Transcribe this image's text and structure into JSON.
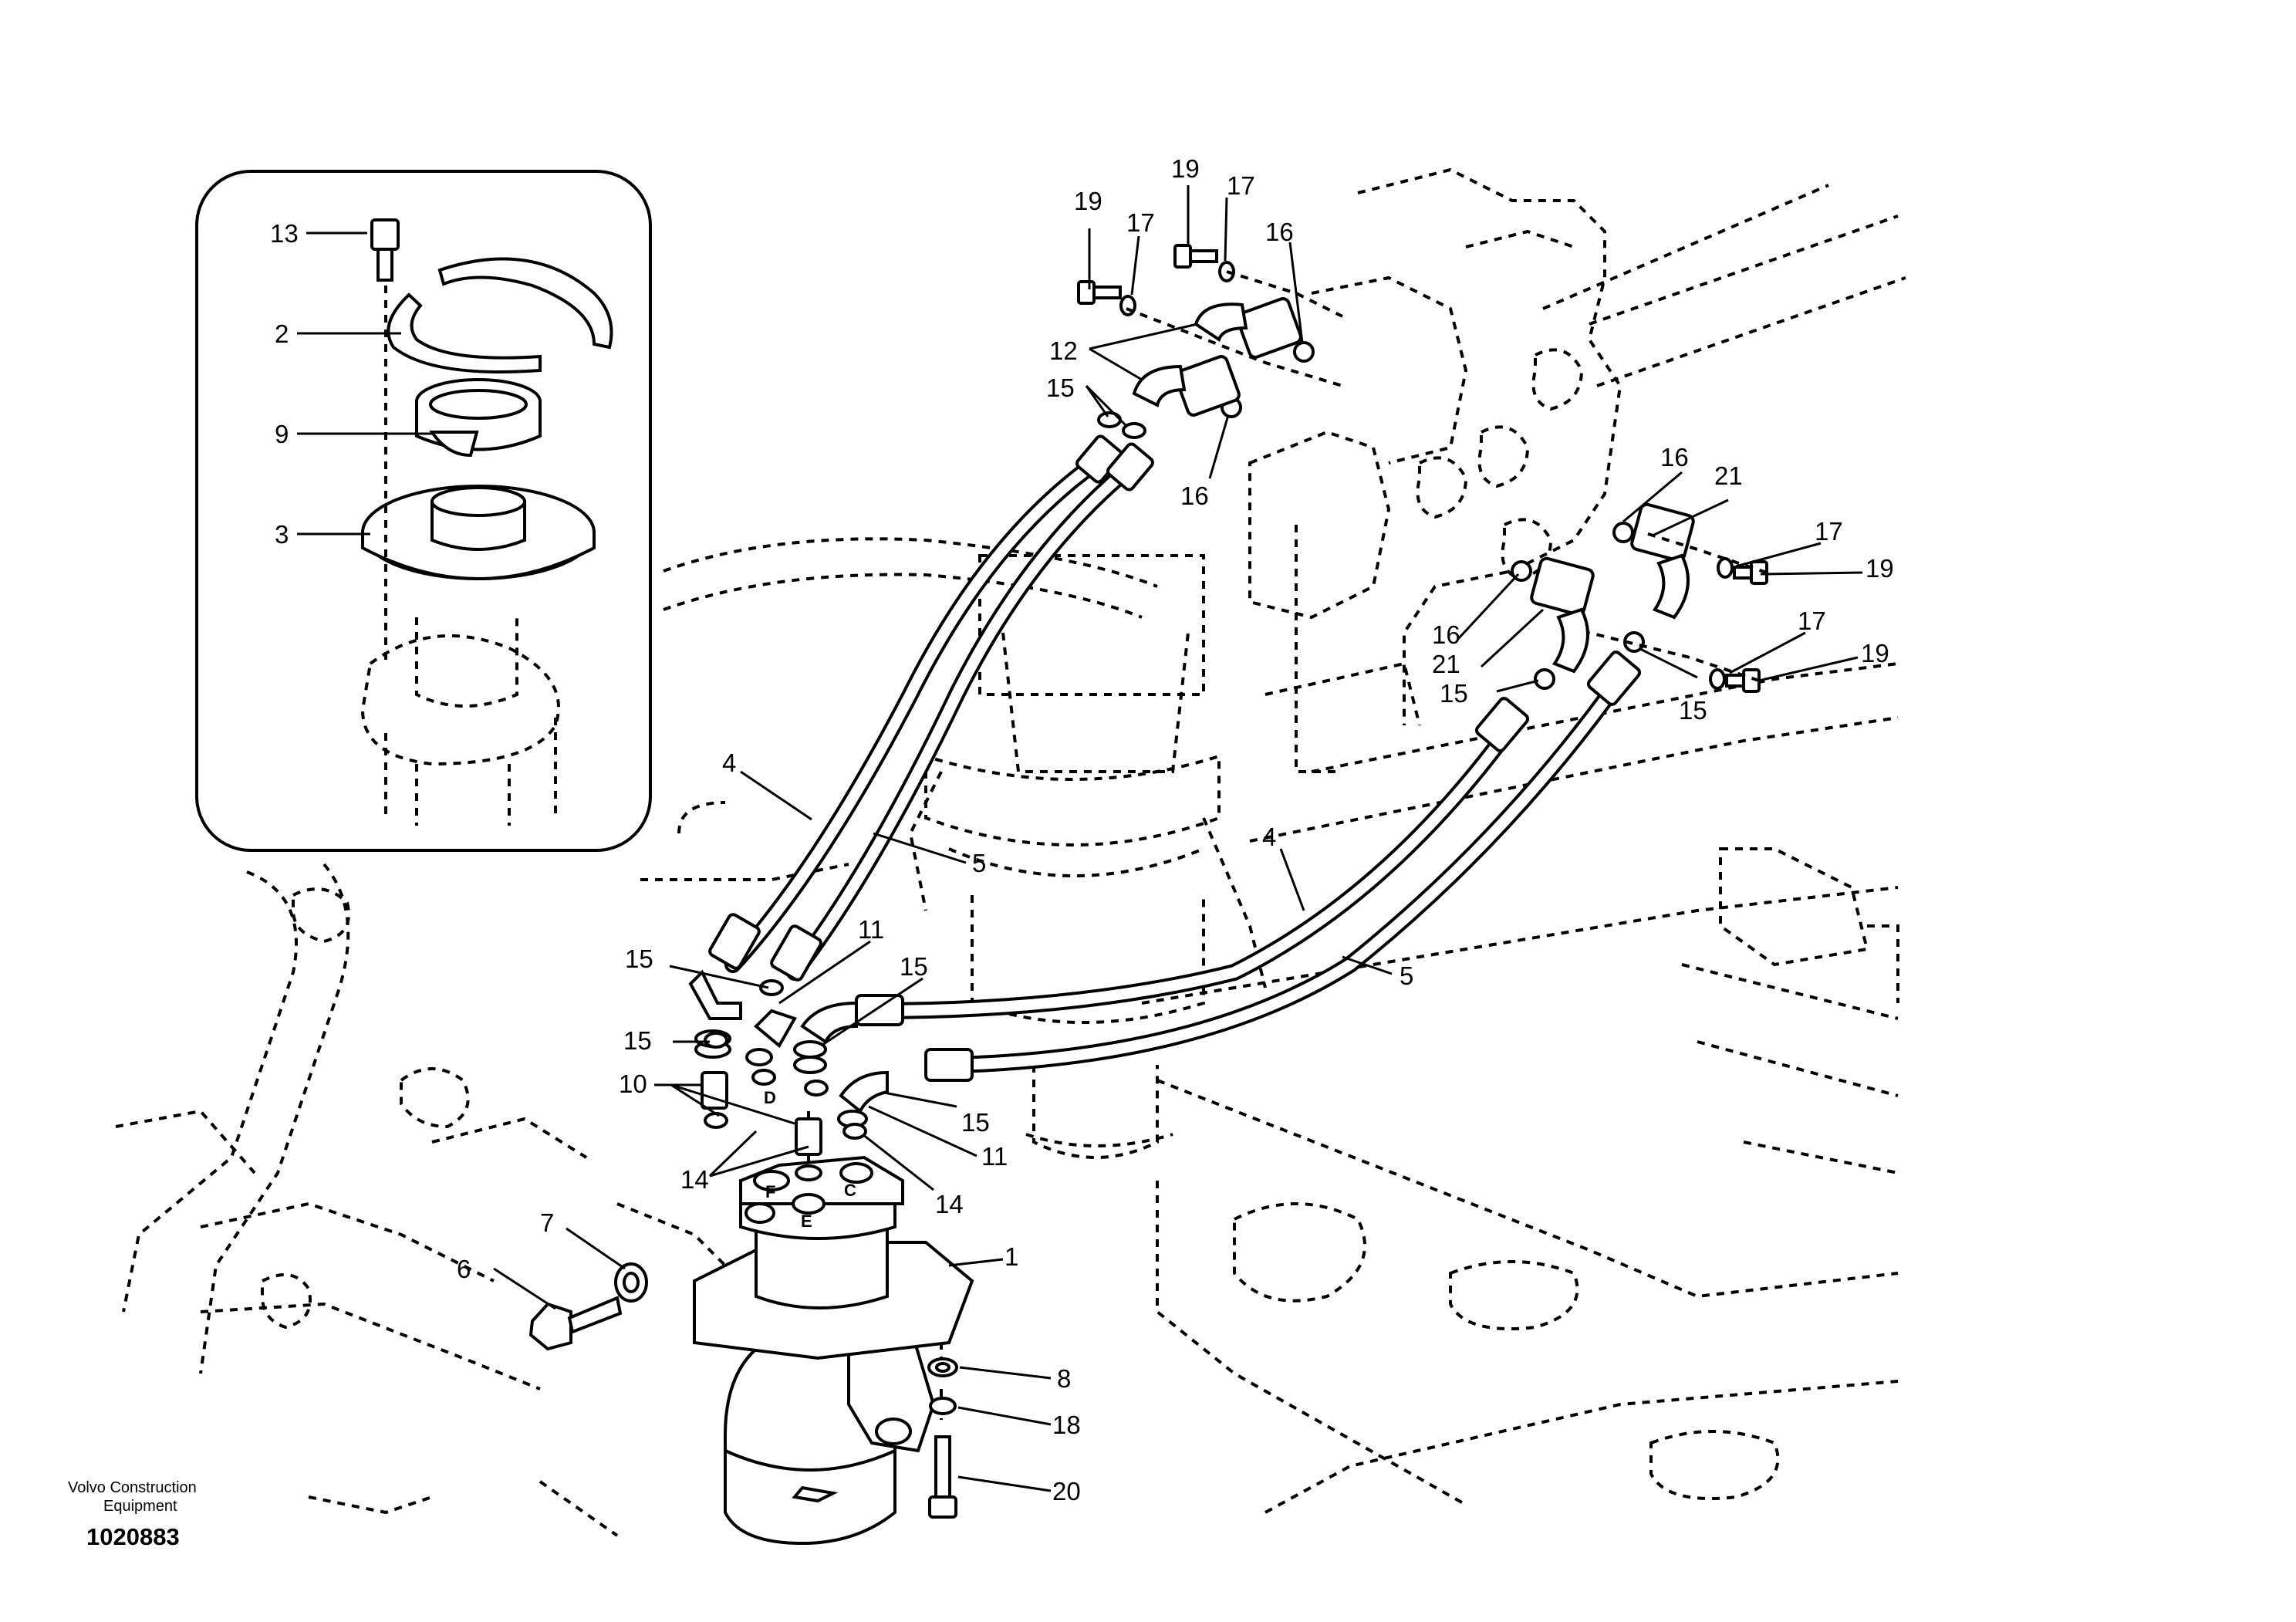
{
  "diagram": {
    "callouts": [
      "1",
      "2",
      "3",
      "4",
      "5",
      "6",
      "7",
      "8",
      "9",
      "10",
      "11",
      "12",
      "13",
      "14",
      "15",
      "16",
      "17",
      "18",
      "19",
      "20",
      "21"
    ],
    "port_letters": [
      "C",
      "D",
      "E",
      "F"
    ],
    "footer": {
      "company_line1": "Volvo Construction",
      "company_line2": "Equipment",
      "drawing_number": "1020883"
    }
  }
}
